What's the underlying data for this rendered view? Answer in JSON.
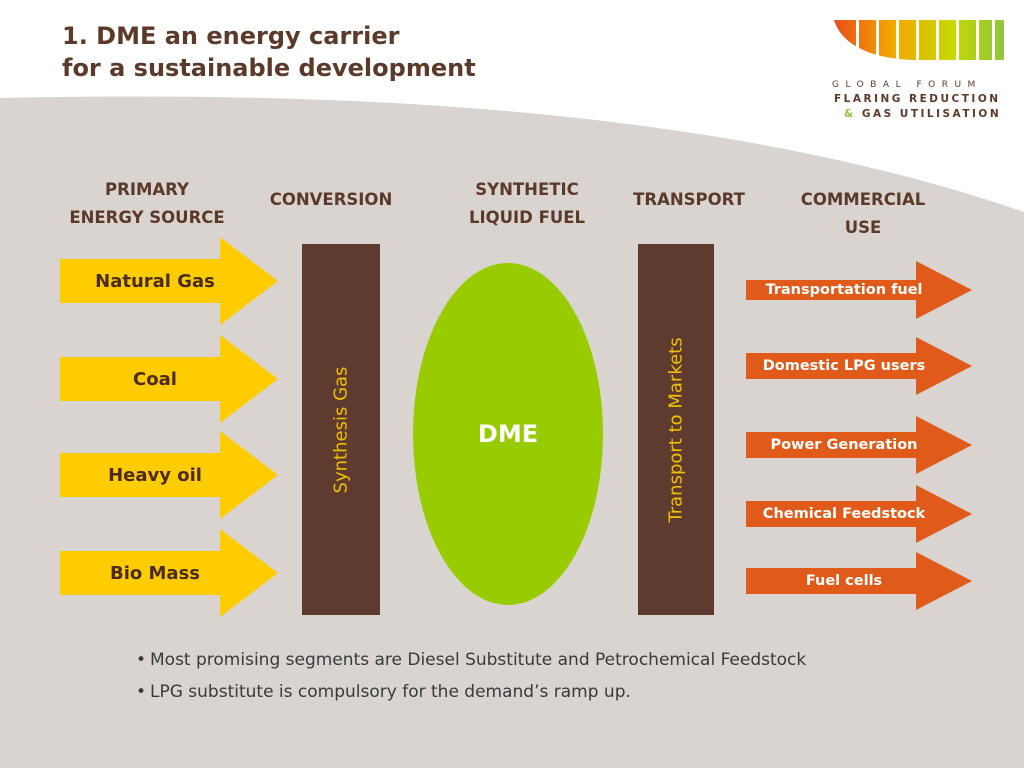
{
  "title": "1. DME an energy carrier\nfor a sustainable development",
  "logo": {
    "line1": "GLOBAL FORUM",
    "line2": "FLARING REDUCTION",
    "amp": "&",
    "line3": "GAS UTILISATION"
  },
  "columns": {
    "primary": "PRIMARY\nENERGY SOURCE",
    "conversion": "CONVERSION",
    "synthetic": "SYNTHETIC\nLIQUID FUEL",
    "transport": "TRANSPORT",
    "commercial": "COMMERCIAL\nUSE"
  },
  "sources": [
    "Natural Gas",
    "Coal",
    "Heavy oil",
    "Bio Mass"
  ],
  "conversion_label": "Synthesis Gas",
  "fuel_label": "DME",
  "transport_label": "Transport to Markets",
  "uses": [
    "Transportation fuel",
    "Domestic LPG users",
    "Power Generation",
    "Chemical Feedstock",
    "Fuel cells"
  ],
  "bullets": [
    "Most promising segments are Diesel Substitute and Petrochemical Feedstock",
    "LPG substitute is compulsory for the demand’s ramp up."
  ],
  "colors": {
    "source_arrow": "#ffcc00",
    "conversion_bar": "#5e3a2f",
    "dme_ellipse": "#99cc00",
    "use_arrow": "#e05a1a",
    "panel": "#d9d4d0"
  },
  "icons": {
    "bullet": "•"
  }
}
